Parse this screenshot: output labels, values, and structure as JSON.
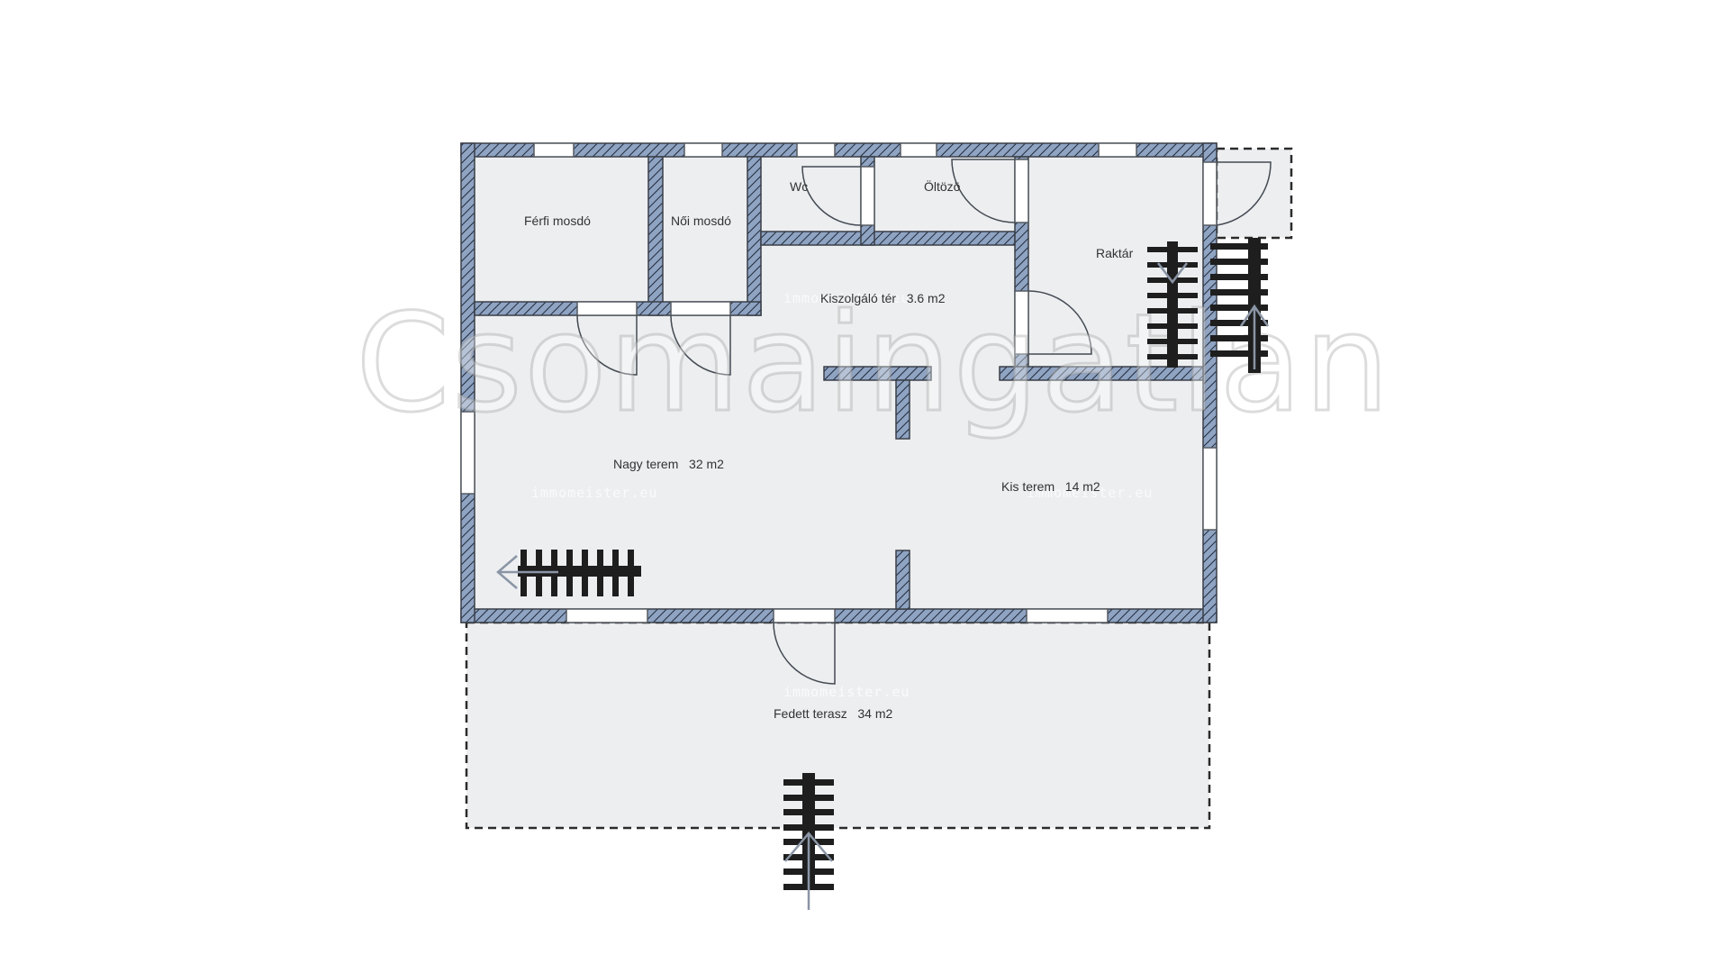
{
  "floorplan": {
    "watermark_large": "Csomaingatlan",
    "watermark_small": "immomeister.eu",
    "colors": {
      "background": "#ffffff",
      "room_fill": "#eceef0",
      "wall_fill": "#8fa3c2",
      "wall_hatch": "#1f2a3a",
      "wall_border": "#3a3f47",
      "window_fill": "#ffffff",
      "stair_color": "#1e1e1e",
      "label_color": "#333333"
    },
    "rooms": [
      {
        "id": "ferfi-mosdo",
        "label": "Férfi mosdó"
      },
      {
        "id": "noi-mosdo",
        "label": "Női mosdó"
      },
      {
        "id": "wc",
        "label": "Wc"
      },
      {
        "id": "oltozo",
        "label": "Öltözö"
      },
      {
        "id": "raktar",
        "label": "Raktár"
      },
      {
        "id": "kiszolgalo-ter",
        "label": "Kiszolgáló tér   3.6 m2"
      },
      {
        "id": "nagy-terem",
        "label": "Nagy terem   32 m2"
      },
      {
        "id": "kis-terem",
        "label": "Kis terem   14 m2"
      },
      {
        "id": "fedett-terasz",
        "label": "Fedett terasz   34 m2"
      }
    ]
  }
}
